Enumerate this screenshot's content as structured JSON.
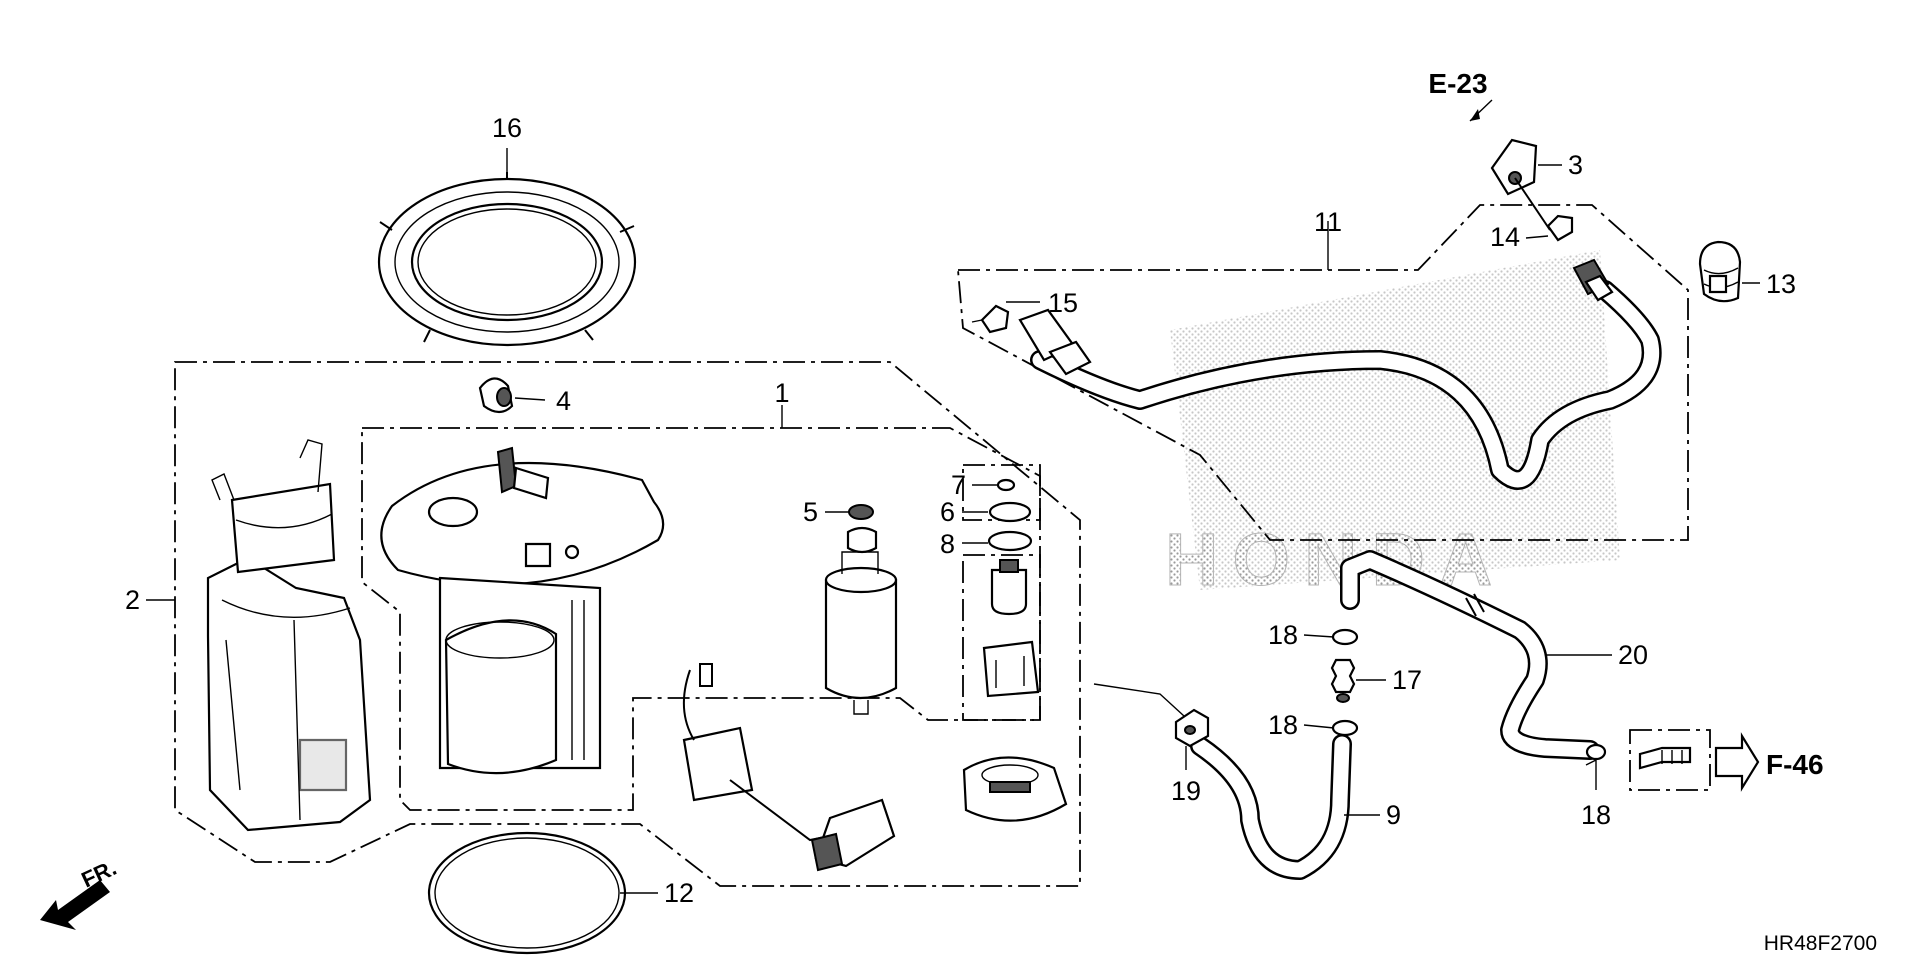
{
  "diagram": {
    "labels": {
      "p1": "1",
      "p2": "2",
      "p3": "3",
      "p4": "4",
      "p5": "5",
      "p6": "6",
      "p7": "7",
      "p8": "8",
      "p9": "9",
      "p11": "11",
      "p12": "12",
      "p13": "13",
      "p14": "14",
      "p15": "15",
      "p16": "16",
      "p17": "17",
      "p18a": "18",
      "p18b": "18",
      "p18c": "18",
      "p19": "19",
      "p20": "20"
    },
    "refs": {
      "e23": "E-23",
      "f46": "F-46"
    },
    "front_marker": "FR.",
    "watermark": "HONDA",
    "diagram_code": "HR48F2700"
  }
}
